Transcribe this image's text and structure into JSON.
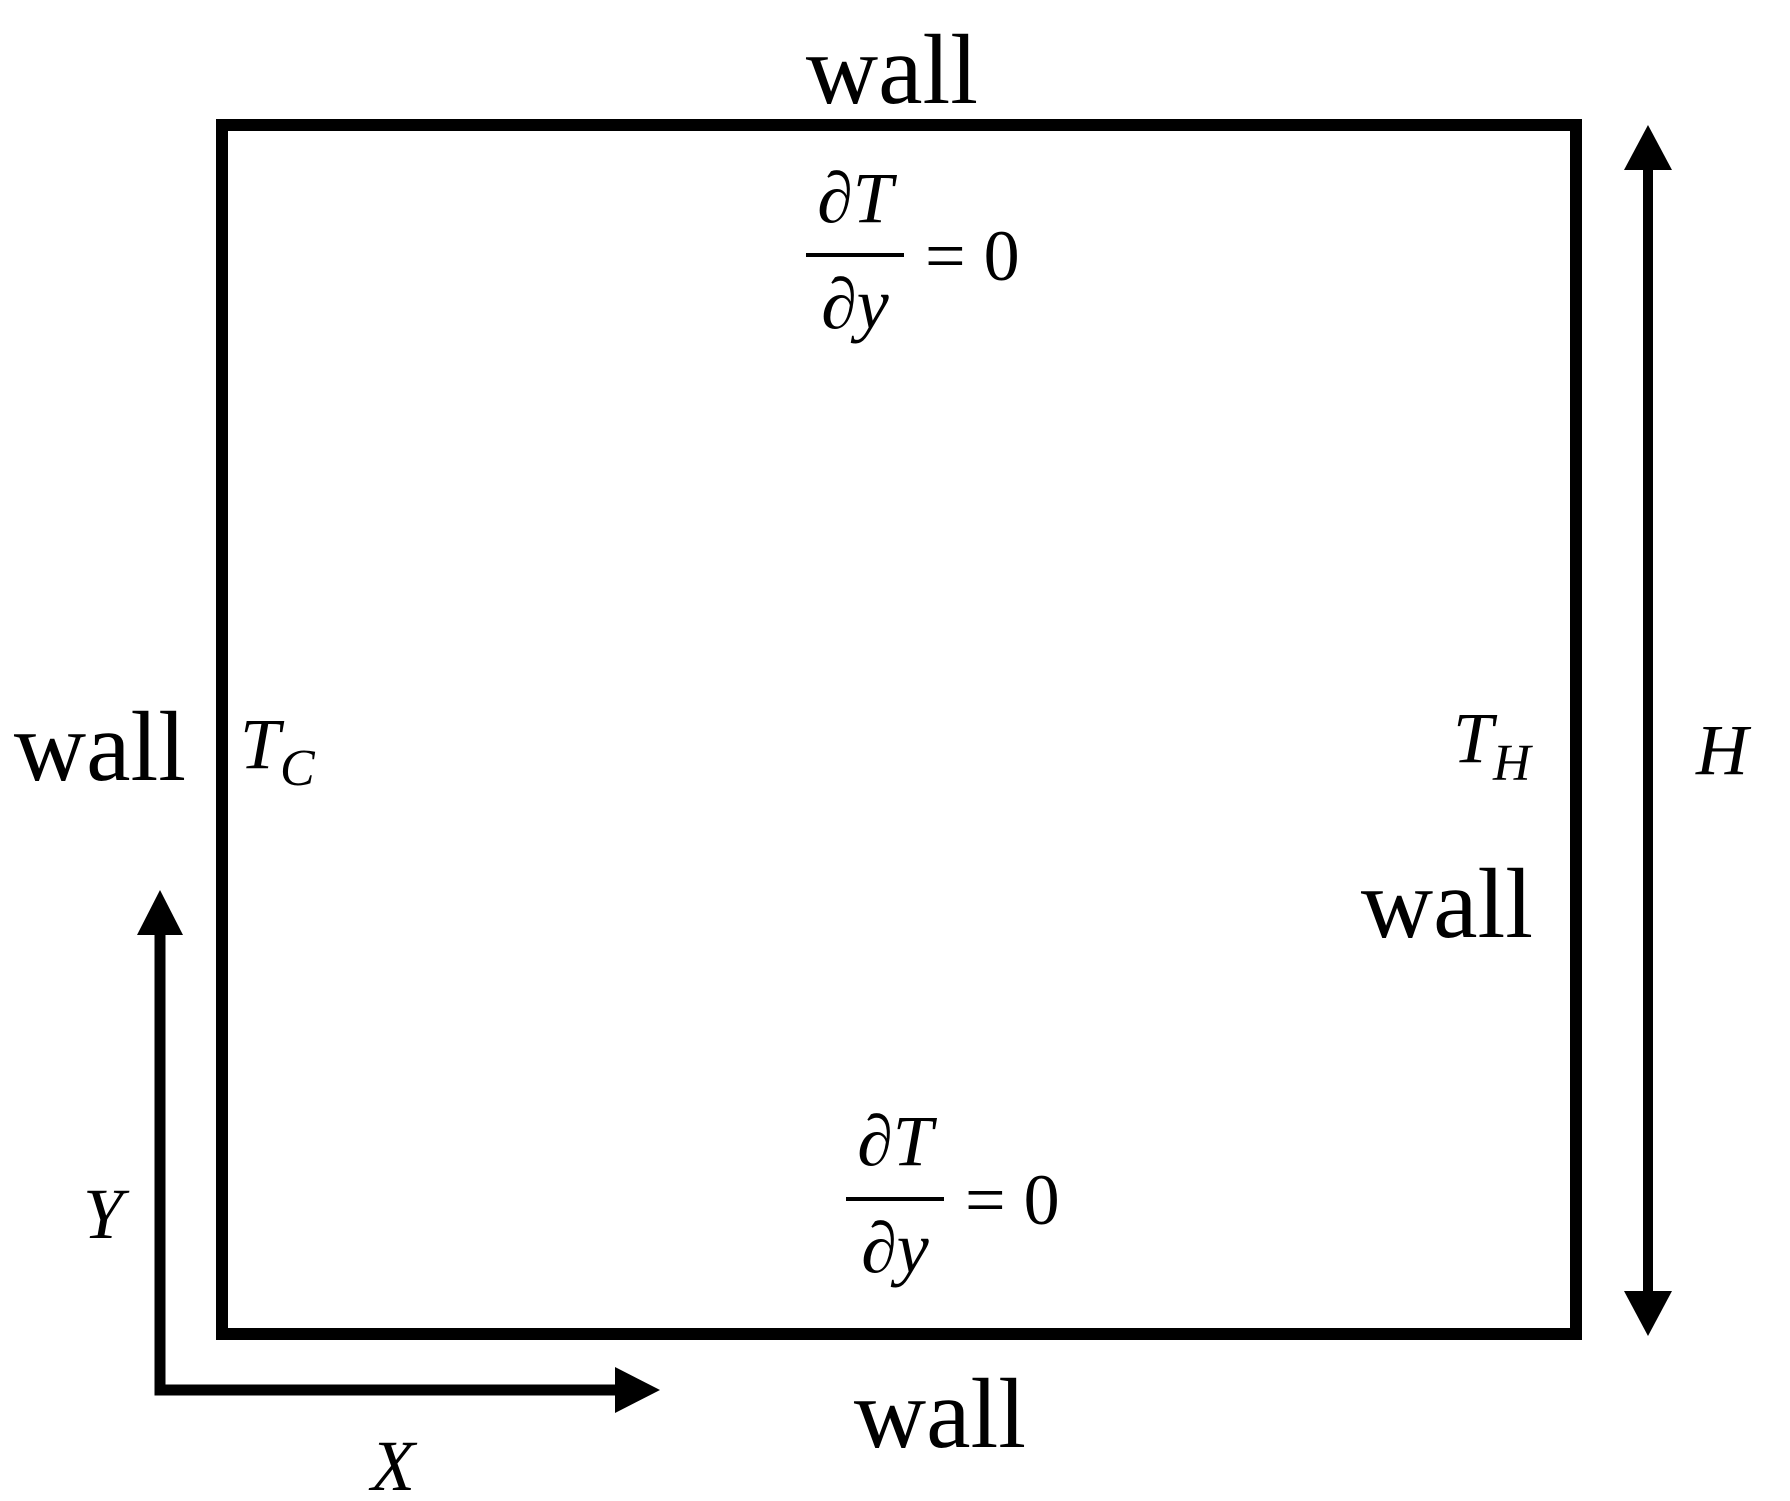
{
  "labels": {
    "top_wall": "wall",
    "bottom_wall": "wall",
    "left_wall": "wall",
    "right_wall": "wall"
  },
  "boundary_conditions": {
    "top": {
      "numerator": "∂T",
      "denominator": "∂y",
      "rhs": "= 0"
    },
    "bottom": {
      "numerator": "∂T",
      "denominator": "∂y",
      "rhs": "= 0"
    },
    "left": {
      "symbol": "T",
      "subscript": "C"
    },
    "right": {
      "symbol": "T",
      "subscript": "H"
    }
  },
  "dimension": {
    "label": "H"
  },
  "axes": {
    "x_label": "X",
    "y_label": "Y"
  },
  "colors": {
    "stroke": "#000000",
    "background": "#ffffff"
  }
}
